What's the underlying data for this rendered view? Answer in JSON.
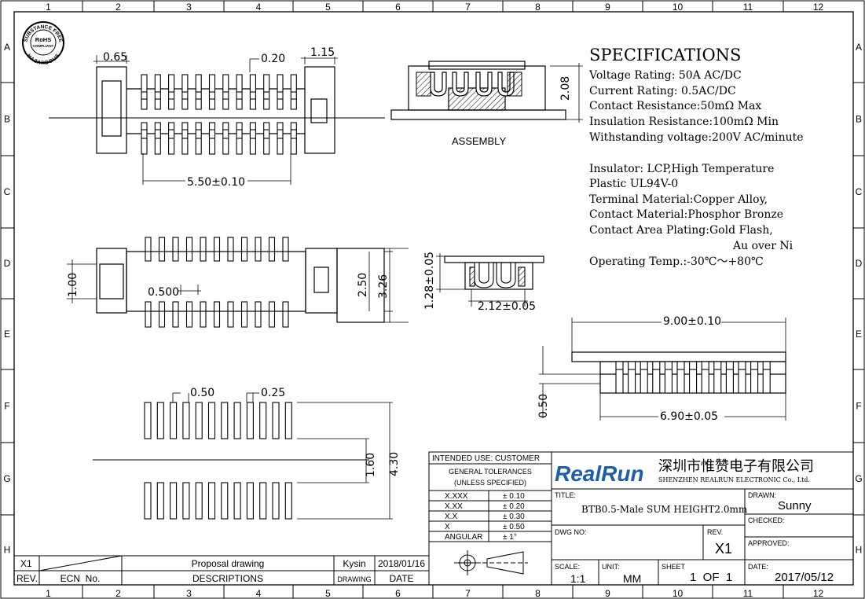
{
  "grid": {
    "columns": [
      "1",
      "2",
      "3",
      "4",
      "5",
      "6",
      "7",
      "8",
      "9",
      "10",
      "11",
      "12"
    ],
    "rows": [
      "A",
      "B",
      "C",
      "D",
      "E",
      "F",
      "G",
      "H"
    ]
  },
  "rohs": {
    "top": "SUBSTANCE FREE",
    "mid1": "RoHS",
    "mid2": "COMPLIANT",
    "bottom": "HAZARDOUS"
  },
  "top_view": {
    "dim_left": "0.65",
    "dim_pitch": "0.20",
    "dim_right": "1.15",
    "dim_span": "5.50±0.10"
  },
  "assembly": {
    "label": "ASSEMBLY",
    "dim_height": "2.08"
  },
  "bottom_view": {
    "dim_left": "1.00",
    "dim_pitch": "0.500",
    "dim_inner": "2.50",
    "dim_outer": "3.26"
  },
  "section": {
    "dim_height": "1.28±0.05",
    "dim_width": "2.12±0.05"
  },
  "side_view": {
    "dim_overall": "9.00±0.10",
    "dim_height": "0.50",
    "dim_span": "6.90±0.05"
  },
  "footprint": {
    "dim_pitch": "0.50",
    "dim_pad": "0.25",
    "dim_inner": "1.60",
    "dim_outer": "4.30"
  },
  "specifications": {
    "title": "SPECIFICATIONS",
    "lines": [
      "Voltage Rating: 50A AC/DC",
      "Current Rating: 0.5AC/DC",
      "Contact Resistance:50mΩ  Max",
      "Insulation Resistance:100mΩ  Min",
      "Withstanding voltage:200V AC/minute",
      "",
      "Insulator: LCP,High Temperature",
      "Plastic UL94V-0",
      "Terminal Material:Copper Alloy,",
      "Contact Material:Phosphor Bronze",
      "Contact Area Plating:Gold Flash,",
      "Au over Ni",
      "Operating Temp.:-30℃～+80℃"
    ]
  },
  "tolerance": {
    "intended_use": "INTENDED USE: CUSTOMER",
    "general": "GENERAL TOLERANCES",
    "unless": "(UNLESS SPECIFIED)",
    "rows": [
      {
        "label": "X.XXX",
        "value": "± 0.10"
      },
      {
        "label": "X.XX",
        "value": "± 0.20"
      },
      {
        "label": "X.X",
        "value": "± 0.30"
      },
      {
        "label": "X",
        "value": "± 0.50"
      },
      {
        "label": "ANGULAR",
        "value": "± 1°"
      }
    ]
  },
  "company": {
    "logo": "RealRun",
    "name_cn": "深圳市惟赞电子有限公司",
    "name_en": "SHENZHEN REALRUN ELECTRONIC Co., Ltd.",
    "logo_color": "#1f5fa8"
  },
  "title_block": {
    "title_label": "TITLE:",
    "title": "BTB0.5-Male SUM HEIGHT2.0mm",
    "drawn_label": "DRAWN:",
    "drawn": "Sunny",
    "checked_label": "CHECKED:",
    "dwg_no_label": "DWG NO:",
    "rev_label": "REV.",
    "rev": "X1",
    "approved_label": "APPROVED:",
    "scale_label": "SCALE:",
    "scale": "1:1",
    "unit_label": "UNIT:",
    "unit": "MM",
    "sheet_label": "SHEET",
    "sheet": "1  OF  1",
    "date_label": "DATE:",
    "date": "2017/05/12"
  },
  "revision_block": {
    "row": {
      "rev": "X1",
      "description": "Proposal drawing",
      "drawing": "Kysin",
      "date": "2018/01/16"
    },
    "headers": {
      "rev": "REV.",
      "ecn": "ECN  No.",
      "descriptions": "DESCRIPTIONS",
      "drawing": "DRAWING",
      "date": "DATE"
    }
  }
}
